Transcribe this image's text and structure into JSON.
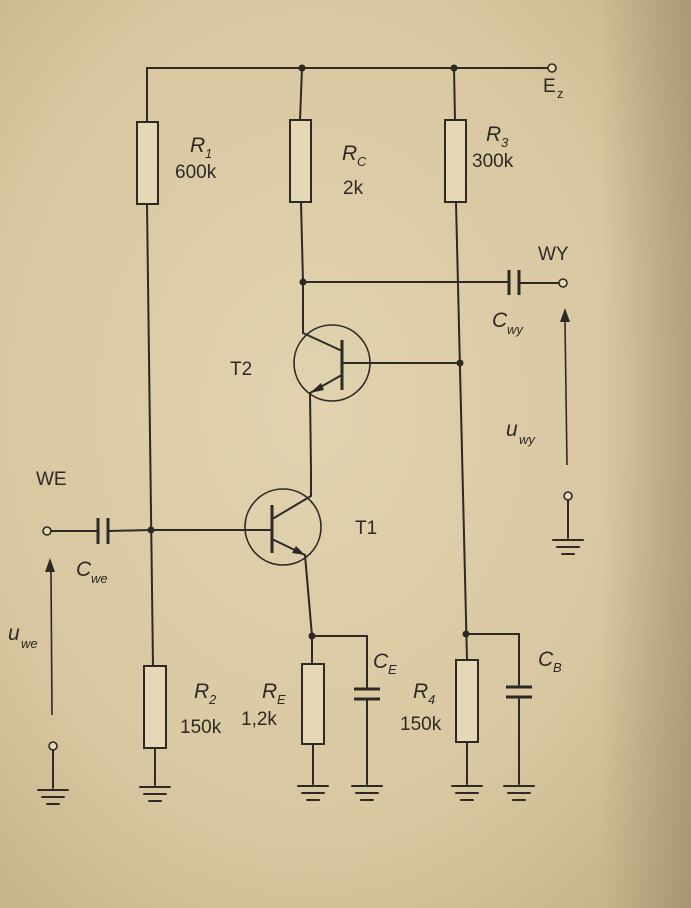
{
  "labels": {
    "supply_main": "E",
    "supply_sub": "z",
    "r1_main": "R",
    "r1_sub": "1",
    "r1_value": "600k",
    "rc_main": "R",
    "rc_sub": "C",
    "rc_value": "2k",
    "r3_main": "R",
    "r3_sub": "3",
    "r3_value": "300k",
    "r2_main": "R",
    "r2_sub": "2",
    "r2_value": "150k",
    "re_main": "R",
    "re_sub": "E",
    "re_value": "1,2k",
    "r4_main": "R",
    "r4_sub": "4",
    "r4_value": "150k",
    "ce_main": "C",
    "ce_sub": "E",
    "cb_main": "C",
    "cb_sub": "B",
    "cwe_main": "C",
    "cwe_sub": "we",
    "cwy_main": "C",
    "cwy_sub": "wy",
    "t1": "T1",
    "t2": "T2",
    "we": "WE",
    "wy": "WY",
    "uwe_main": "u",
    "uwe_sub": "we",
    "uwy_main": "u",
    "uwy_sub": "wy"
  }
}
